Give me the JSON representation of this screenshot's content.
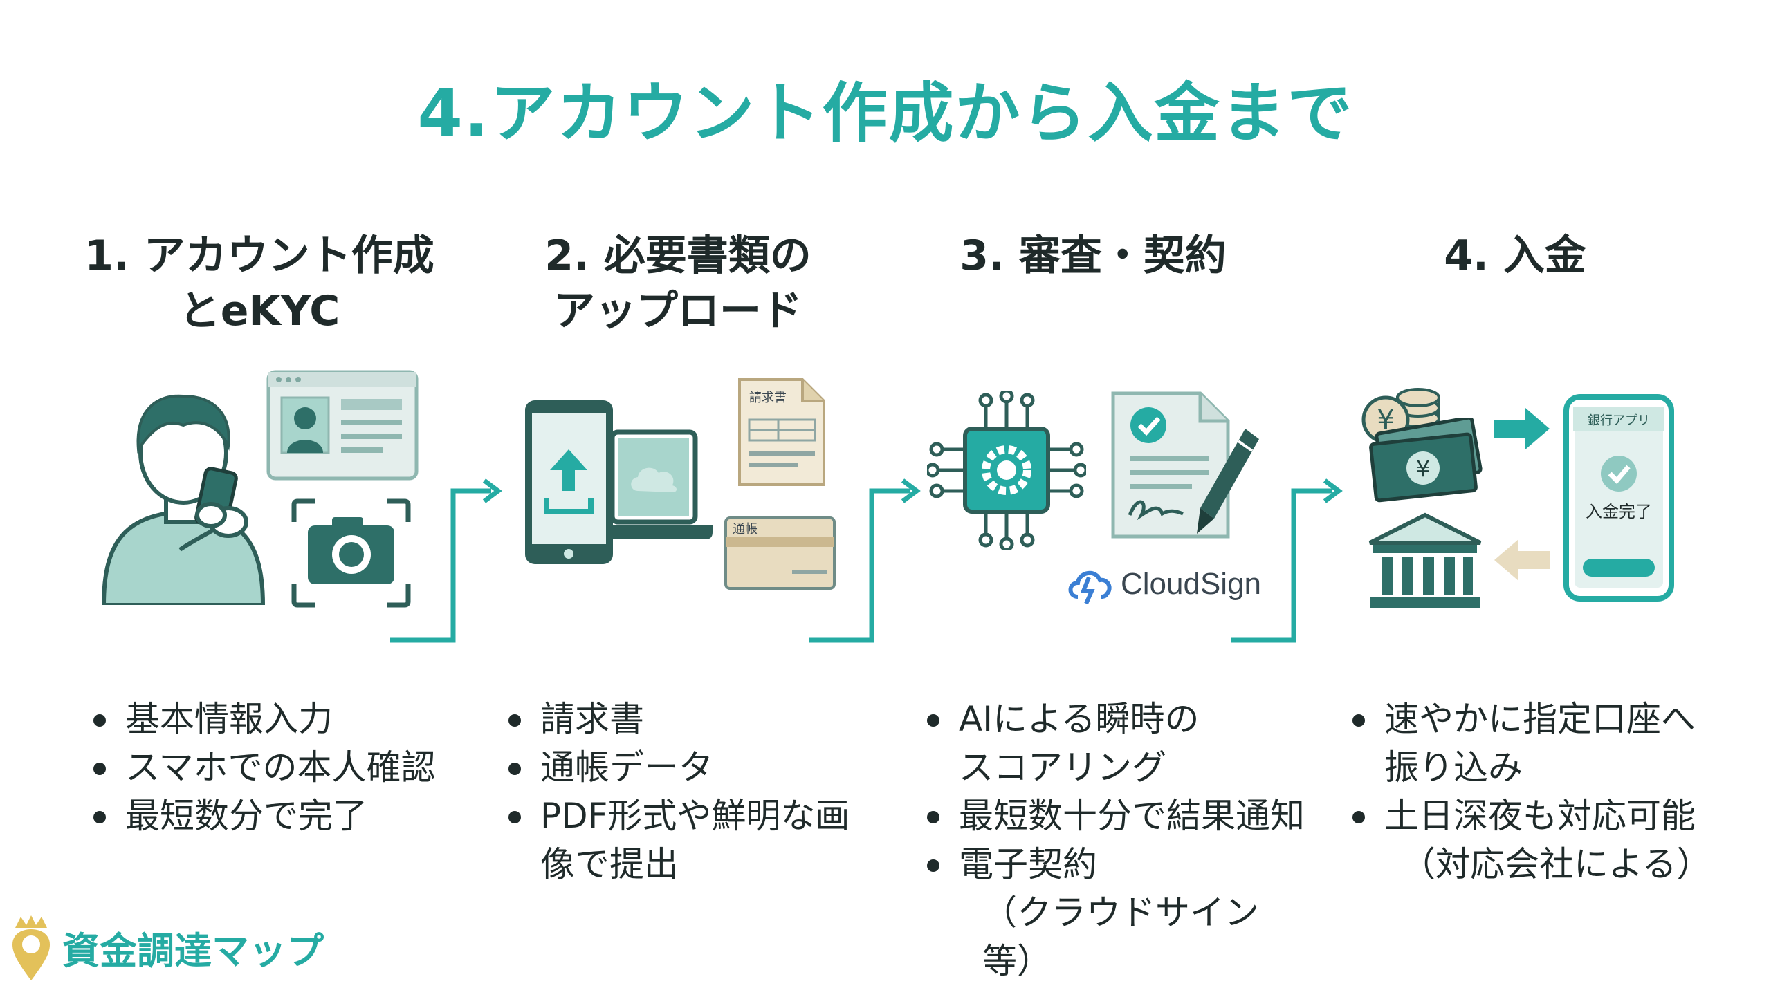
{
  "title": "4.アカウント作成から入金まで",
  "steps": [
    {
      "title_lines": [
        "1. アカウント作成",
        "とeKYC"
      ],
      "bullets": [
        "基本情報入力",
        "スマホでの本人確認",
        "最短数分で完了"
      ],
      "icons": [
        "person-holding-phone",
        "id-card",
        "camera-scan"
      ]
    },
    {
      "title_lines": [
        "2. 必要書類の",
        "アップロード"
      ],
      "bullets": [
        "請求書",
        "通帳データ",
        "PDF形式や鮮明な画",
        "像で提出"
      ],
      "doc_labels": [
        "請求書",
        "通帳"
      ],
      "icons": [
        "upload-phone",
        "laptop-cloud",
        "invoice-document",
        "bankbook"
      ]
    },
    {
      "title_lines": [
        "3. 審査・契約"
      ],
      "bullets": [
        "AIによる瞬時の",
        "スコアリング",
        "最短数十分で結果通知",
        "電子契約",
        "（クラウドサイン等）"
      ],
      "partner": "CloudSign",
      "icons": [
        "ai-chip",
        "signed-contract",
        "pen"
      ]
    },
    {
      "title_lines": [
        "4. 入金"
      ],
      "bullets": [
        "速やかに指定口座へ",
        "振り込み",
        "土日深夜も対応可能",
        "（対応会社による）"
      ],
      "app_labels": [
        "銀行アプリ",
        "入金完了"
      ],
      "icons": [
        "yen-coins",
        "yen-bills",
        "bank-building",
        "bank-app-phone"
      ]
    }
  ],
  "brand": "資金調達マップ",
  "colors": {
    "accent": "#25aba3",
    "dark_teal": "#2e6f68",
    "light_teal": "#cfe8e3",
    "sand": "#e8dcc0"
  }
}
